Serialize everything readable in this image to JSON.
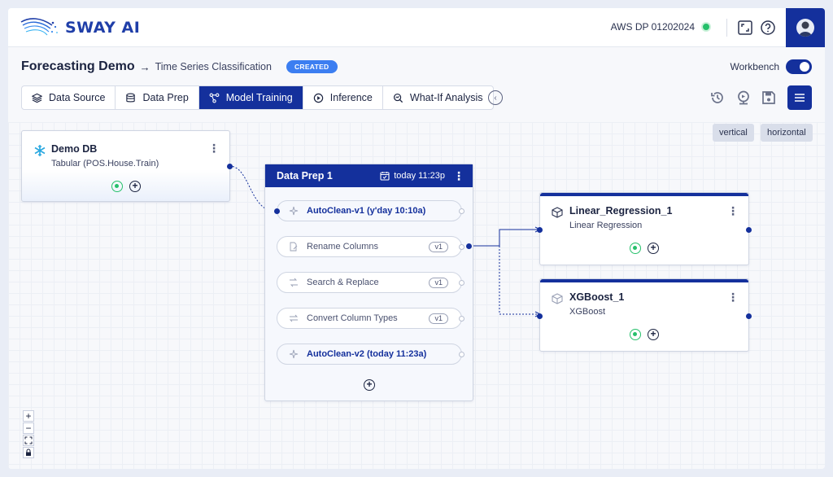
{
  "app": {
    "logo_text": "SWAY AI"
  },
  "header": {
    "environment": "AWS DP 01202024"
  },
  "page": {
    "title": "Forecasting Demo",
    "arrow": "→",
    "subtitle": "Time Series Classification",
    "status_badge": "CREATED",
    "workbench_label": "Workbench",
    "workbench_on": true
  },
  "tabs": [
    {
      "label": "Data Source",
      "icon": "layers-icon",
      "active": false
    },
    {
      "label": "Data Prep",
      "icon": "database-icon",
      "active": false
    },
    {
      "label": "Model Training",
      "icon": "nodes-icon",
      "active": true
    },
    {
      "label": "Inference",
      "icon": "play-circle-icon",
      "active": false
    },
    {
      "label": "What-If Analysis",
      "icon": "search-graph-icon",
      "active": false
    }
  ],
  "layout_buttons": {
    "vertical": "vertical",
    "horizontal": "horizontal"
  },
  "nodes": {
    "source": {
      "title": "Demo DB",
      "subtitle": "Tabular (POS.House.Train)"
    },
    "data_prep": {
      "title": "Data Prep 1",
      "timestamp": "today 11:23p",
      "steps": [
        {
          "label": "AutoClean-v1 (y'day 10:10a)",
          "version": "",
          "highlight": true
        },
        {
          "label": "Rename Columns",
          "version": "v1",
          "highlight": false
        },
        {
          "label": "Search & Replace",
          "version": "v1",
          "highlight": false
        },
        {
          "label": "Convert Column Types",
          "version": "v1",
          "highlight": false
        },
        {
          "label": "AutoClean-v2 (today 11:23a)",
          "version": "",
          "highlight": true
        }
      ]
    },
    "models": [
      {
        "title": "Linear_Regression_1",
        "subtitle": "Linear Regression"
      },
      {
        "title": "XGBoost_1",
        "subtitle": "XGBoost"
      }
    ]
  },
  "zoom_controls": {
    "zoom_in": "+",
    "zoom_out": "−"
  },
  "colors": {
    "primary": "#14309c",
    "success": "#26c06b",
    "badge": "#3c7ef1"
  }
}
